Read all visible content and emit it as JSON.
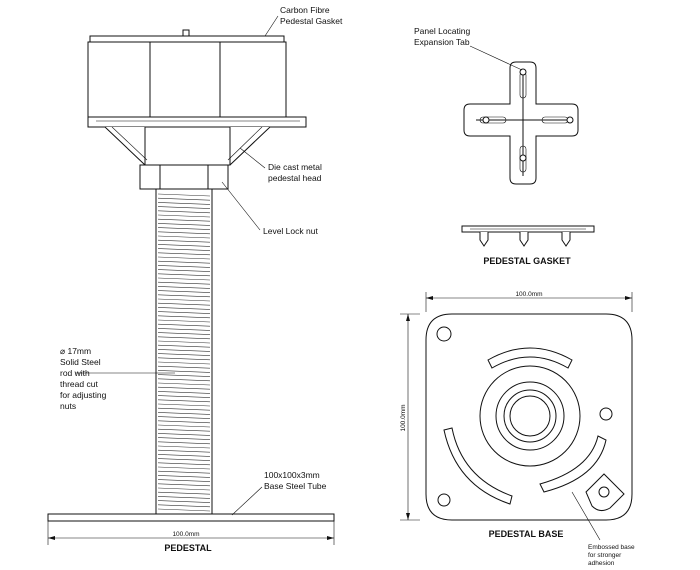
{
  "pedestal": {
    "title": "PEDESTAL",
    "gasket_label_line1": "Carbon Fibre",
    "gasket_label_line2": "Pedestal Gasket",
    "head_label_line1": "Die cast metal",
    "head_label_line2": "pedestal head",
    "nut_label": "Level Lock nut",
    "rod_label_line1": "⌀ 17mm",
    "rod_label_line2": "Solid Steel",
    "rod_label_line3": "rod with",
    "rod_label_line4": "thread cut",
    "rod_label_line5": "for adjusting",
    "rod_label_line6": "nuts",
    "tube_label_line1": "100x100x3mm",
    "tube_label_line2": "Base Steel Tube",
    "width_dim": "100.0mm"
  },
  "gasket_view": {
    "title": "PEDESTAL GASKET",
    "tab_label_line1": "Panel Locating",
    "tab_label_line2": "Expansion Tab"
  },
  "base_view": {
    "title": "PEDESTAL BASE",
    "width_dim": "100.0mm",
    "height_dim": "100.0mm",
    "embossed_line1": "Embossed base",
    "embossed_line2": "for stronger",
    "embossed_line3": "adhesion"
  }
}
